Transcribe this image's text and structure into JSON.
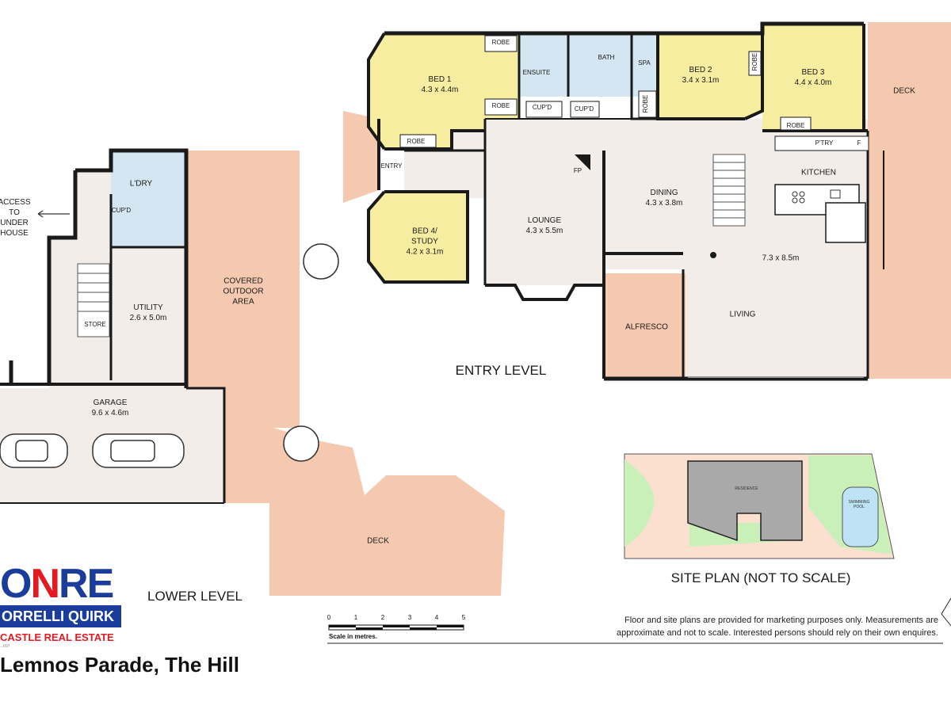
{
  "rooms": {
    "bed1": {
      "name": "BED 1",
      "size": "4.3 x 4.4m"
    },
    "bed2": {
      "name": "BED 2",
      "size": "3.4 x 3.1m"
    },
    "bed3": {
      "name": "BED 3",
      "size": "4.4 x 4.0m"
    },
    "bed4": {
      "name": "BED 4/\nSTUDY",
      "size": "4.2 x 3.1m"
    },
    "lounge": {
      "name": "LOUNGE",
      "size": "4.3 x 5.5m"
    },
    "dining": {
      "name": "DINING",
      "size": "4.3 x 3.8m"
    },
    "kitchen": {
      "name": "KITCHEN"
    },
    "living_area": {
      "size": "7.3 x 8.5m"
    },
    "living": {
      "name": "LIVING"
    },
    "alfresco": {
      "name": "ALFRESCO"
    },
    "deck_upper": {
      "name": "DECK"
    },
    "entry": {
      "name": "ENTRY"
    },
    "ensuite": {
      "name": "ENSUITE"
    },
    "bath": {
      "name": "BATH"
    },
    "spa": {
      "name": "SPA"
    },
    "robe": "ROBE",
    "cupd": "CUP'D",
    "pantry": "P'TRY",
    "fridge": "F",
    "fp": "FP",
    "laundry": {
      "name": "L'DRY"
    },
    "utility": {
      "name": "UTILITY",
      "size": "2.6 x 5.0m"
    },
    "store": {
      "name": "STORE"
    },
    "covered": {
      "name": "COVERED\nOUTDOOR\nAREA"
    },
    "garage": {
      "name": "GARAGE",
      "size": "9.6 x 4.6m"
    },
    "deck_lower": {
      "name": "DECK"
    },
    "access": {
      "name": "ACCESS\nTO\nUNDER\nHOUSE"
    }
  },
  "levels": {
    "entry": "ENTRY LEVEL",
    "lower": "LOWER LEVEL",
    "site": "SITE PLAN (NOT TO SCALE)"
  },
  "site_plan": {
    "residence": "RESIDENCE",
    "pool": "SWIMMING\nPOOL"
  },
  "scale": {
    "ticks": [
      "0",
      "1",
      "2",
      "3",
      "4",
      "5"
    ],
    "caption": "Scale in metres."
  },
  "disclaimer": "Floor and site plans are provided for marketing purposes only. Measurements are approximate and not to scale. Interested persons should rely on their own enquires.",
  "branding": {
    "logo_left": "O",
    "logo_red": "N",
    "logo_right": "RE",
    "bar": "ORRELLI QUIRK",
    "sub": "CASTLE REAL ESTATE",
    "tiny": "...097"
  },
  "address": "Lemnos Parade, The Hill",
  "colors": {
    "bedroom": "#f7eda0",
    "wet": "#d4e6f1",
    "outdoor": "#f5c8b0",
    "living": "#f3ede9",
    "wall": "#1a1a1a",
    "site_grass": "#c9f0b8",
    "site_land": "#fbe0d0",
    "site_house": "#a9a9a9",
    "site_pool": "#bde3f5",
    "brand_blue": "#1a3d9c",
    "brand_red": "#e21b23"
  }
}
